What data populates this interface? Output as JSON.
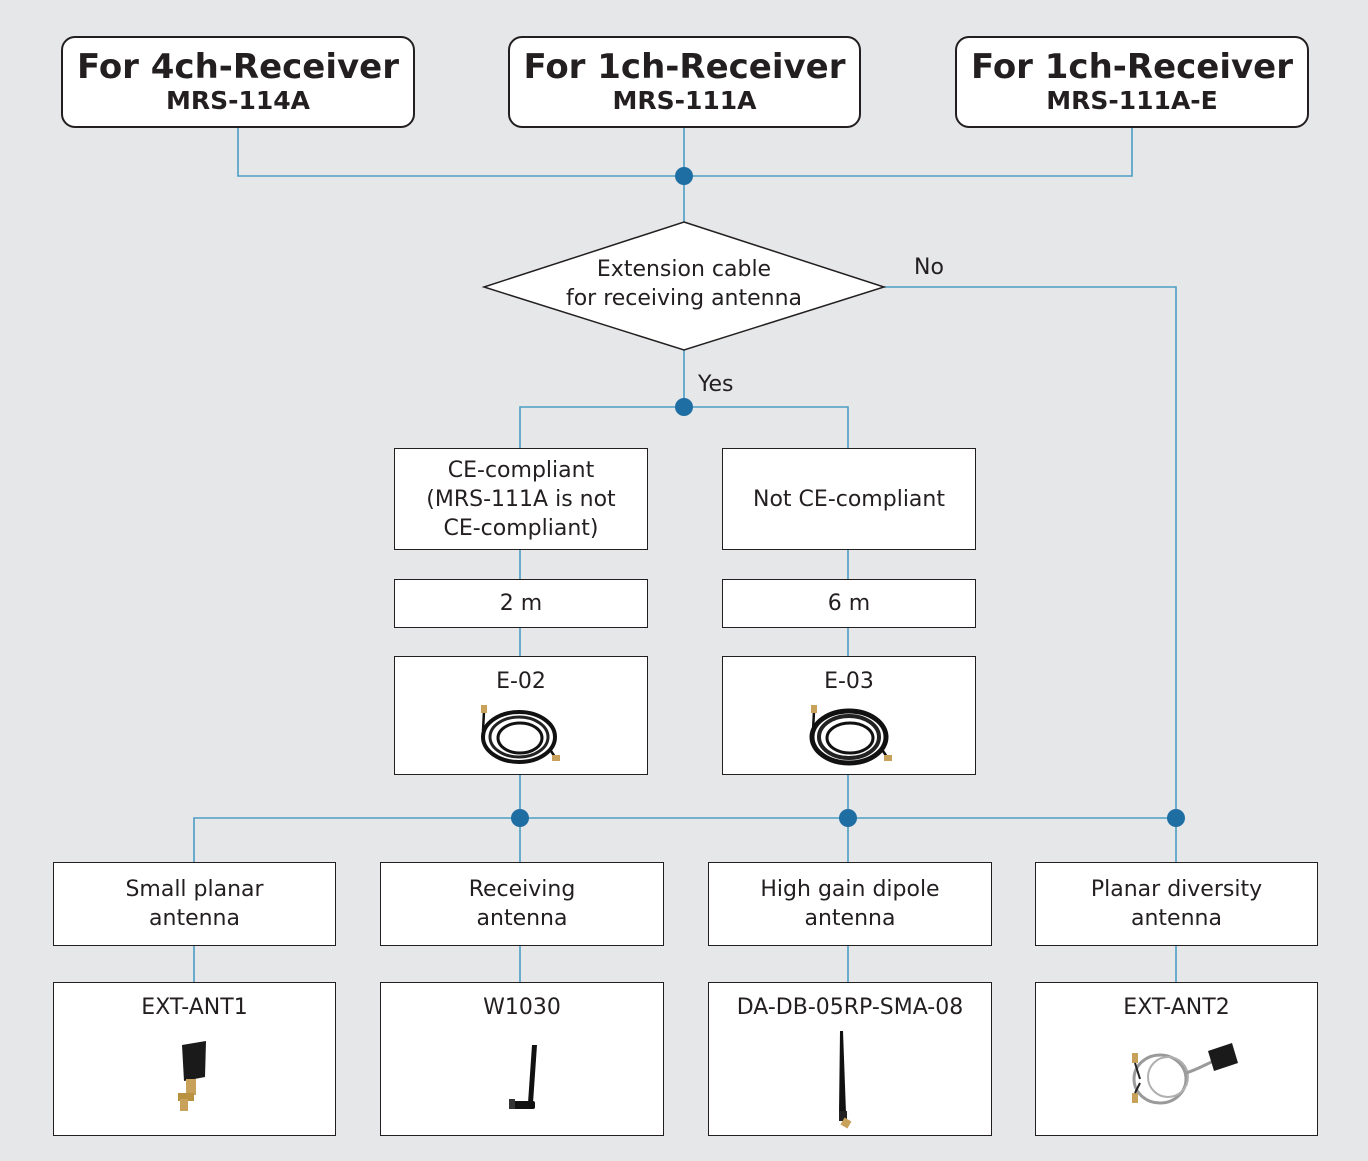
{
  "colors": {
    "background": "#e6e7e8",
    "connector": "#4b9ec4",
    "node": "#1e6ea3",
    "border": "#231f20"
  },
  "receivers": [
    {
      "title": "For 4ch-Receiver",
      "model": "MRS-114A"
    },
    {
      "title": "For 1ch-Receiver",
      "model": "MRS-111A"
    },
    {
      "title": "For 1ch-Receiver",
      "model": "MRS-111A-E"
    }
  ],
  "decision": {
    "text": "Extension cable\nfor receiving antenna",
    "yes_label": "Yes",
    "no_label": "No"
  },
  "cables": [
    {
      "compliance": "CE-compliant\n(MRS-111A is not\nCE-compliant)",
      "length": "2 m",
      "model": "E-02",
      "image": "coiled-cable-icon"
    },
    {
      "compliance": "Not CE-compliant",
      "length": "6 m",
      "model": "E-03",
      "image": "coiled-cable-icon"
    }
  ],
  "antennas": [
    {
      "type": "Small planar\nantenna",
      "model": "EXT-ANT1",
      "image": "small-planar-antenna-icon"
    },
    {
      "type": "Receiving\nantenna",
      "model": "W1030",
      "image": "receiving-antenna-icon"
    },
    {
      "type": "High gain dipole\nantenna",
      "model": "DA-DB-05RP-SMA-08",
      "image": "dipole-antenna-icon"
    },
    {
      "type": "Planar diversity\nantenna",
      "model": "EXT-ANT2",
      "image": "planar-diversity-antenna-icon"
    }
  ]
}
